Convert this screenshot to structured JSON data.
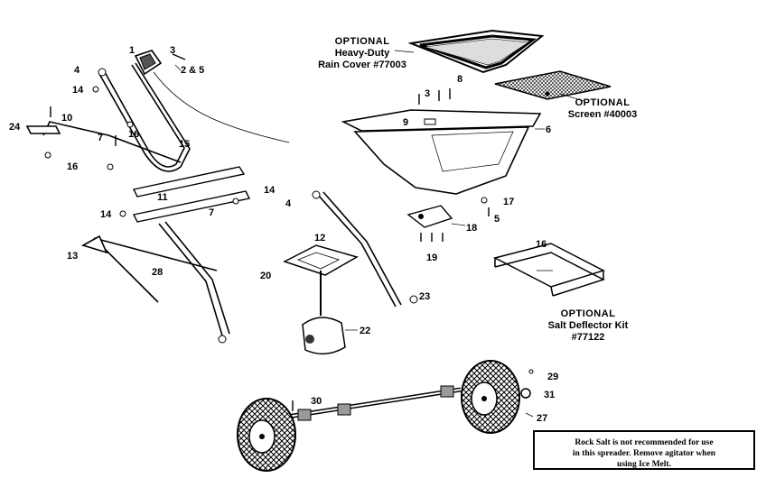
{
  "part_labels": {
    "p1": "1",
    "p2_5": "2 & 5",
    "p3a": "3",
    "p3b": "3",
    "p4a": "4",
    "p4b": "4",
    "p5": "5",
    "p6": "6",
    "p7a": "7",
    "p7b": "7",
    "p8": "8",
    "p9": "9",
    "p10": "10",
    "p11": "11",
    "p12": "12",
    "p13": "13",
    "p14a": "14",
    "p14b": "14",
    "p14c": "14",
    "p15": "15",
    "p16a": "16",
    "p16b": "16",
    "p16c": "16",
    "p17": "17",
    "p18": "18",
    "p19": "19",
    "p20": "20",
    "p22": "22",
    "p23": "23",
    "p24": "24",
    "p27": "27",
    "p28": "28",
    "p29": "29",
    "p30": "30",
    "p31": "31"
  },
  "optional_callouts": {
    "rain_cover": {
      "heading": "OPTIONAL",
      "line1": "Heavy-Duty",
      "line2": "Rain Cover #77003"
    },
    "screen": {
      "heading": "OPTIONAL",
      "line1": "Screen #40003"
    },
    "salt_deflector": {
      "heading": "OPTIONAL",
      "line1": "Salt Deflector Kit",
      "line2": "#77122"
    }
  },
  "notice": {
    "line1": "Rock Salt is not recommended for use",
    "line2": "in this spreader. Remove agitator when",
    "line3": "using Ice Melt."
  },
  "colors": {
    "ink": "#000000",
    "paper": "#ffffff",
    "shade": "#9a9a9a",
    "dark": "#2a2a2a"
  }
}
